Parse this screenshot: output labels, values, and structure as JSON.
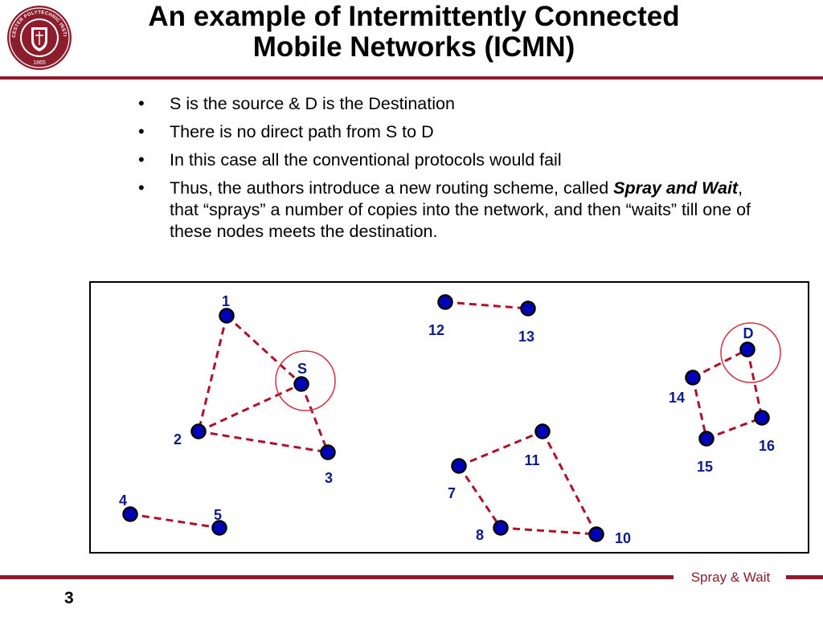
{
  "header": {
    "title_line_1": "An example of Intermittently Connected",
    "title_line_2": "Mobile Networks (ICMN)",
    "logo_text_top": "WORCESTER POLYTECHNIC INSTITUTE",
    "logo_year": "1865"
  },
  "bullets": {
    "b1": "S is the source & D is the Destination",
    "b2": "There is no direct path from S to D",
    "b3": "In this case all the conventional protocols would fail",
    "b4_before": "Thus, the authors introduce a new routing scheme, called ",
    "b4_emph": "Spray and Wait",
    "b4_after": ", that “sprays” a number of copies into the network, and then “waits” till one of these nodes meets the destination."
  },
  "diagram": {
    "colors": {
      "node_fill": "#0000b8",
      "node_stroke": "#000000",
      "link": "#b0102a",
      "circle": "#d63040",
      "label": "#0d1a8a"
    },
    "nodes": [
      {
        "id": "1",
        "label": "1"
      },
      {
        "id": "2",
        "label": "2"
      },
      {
        "id": "3",
        "label": "3"
      },
      {
        "id": "4",
        "label": "4"
      },
      {
        "id": "5",
        "label": "5"
      },
      {
        "id": "S",
        "label": "S"
      },
      {
        "id": "7",
        "label": "7"
      },
      {
        "id": "8",
        "label": "8"
      },
      {
        "id": "10",
        "label": "10"
      },
      {
        "id": "11",
        "label": "11"
      },
      {
        "id": "12",
        "label": "12"
      },
      {
        "id": "13",
        "label": "13"
      },
      {
        "id": "14",
        "label": "14"
      },
      {
        "id": "15",
        "label": "15"
      },
      {
        "id": "16",
        "label": "16"
      },
      {
        "id": "D",
        "label": "D"
      }
    ],
    "links": [
      [
        "1",
        "S"
      ],
      [
        "1",
        "2"
      ],
      [
        "2",
        "S"
      ],
      [
        "S",
        "3"
      ],
      [
        "2",
        "3"
      ],
      [
        "4",
        "5"
      ],
      [
        "12",
        "13"
      ],
      [
        "7",
        "11"
      ],
      [
        "7",
        "8"
      ],
      [
        "8",
        "10"
      ],
      [
        "11",
        "10"
      ],
      [
        "14",
        "D"
      ],
      [
        "14",
        "15"
      ],
      [
        "15",
        "16"
      ],
      [
        "D",
        "16"
      ]
    ],
    "highlighted": [
      "S",
      "D"
    ]
  },
  "footer": {
    "label": "Spray & Wait",
    "page_number": "3"
  }
}
